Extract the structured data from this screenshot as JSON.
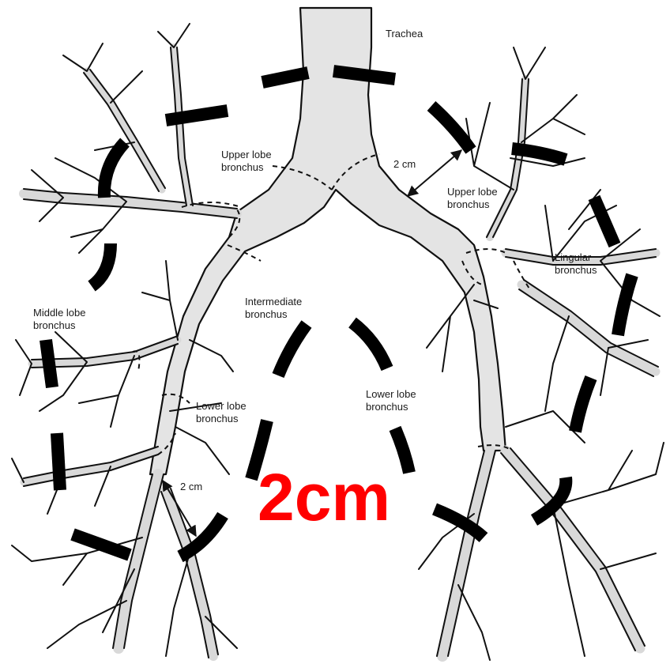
{
  "labels": {
    "trachea": "Trachea",
    "right_upper": [
      "Upper lobe",
      "bronchus"
    ],
    "left_upper": [
      "Upper lobe",
      "bronchus"
    ],
    "lingular": [
      "Lingular",
      "bronchus"
    ],
    "middle": [
      "Middle lobe",
      "bronchus"
    ],
    "intermediate": [
      "Intermediate",
      "bronchus"
    ],
    "right_lower": [
      "Lower lobe",
      "bronchus"
    ],
    "left_lower": [
      "Lower lobe",
      "bronchus"
    ],
    "measure_upper": "2 cm",
    "measure_lower": "2 cm",
    "big_annotation": "2cm"
  },
  "colors": {
    "annotation": "#ff0000",
    "ink": "#111111",
    "airway_shade": "#e4e4e4"
  }
}
